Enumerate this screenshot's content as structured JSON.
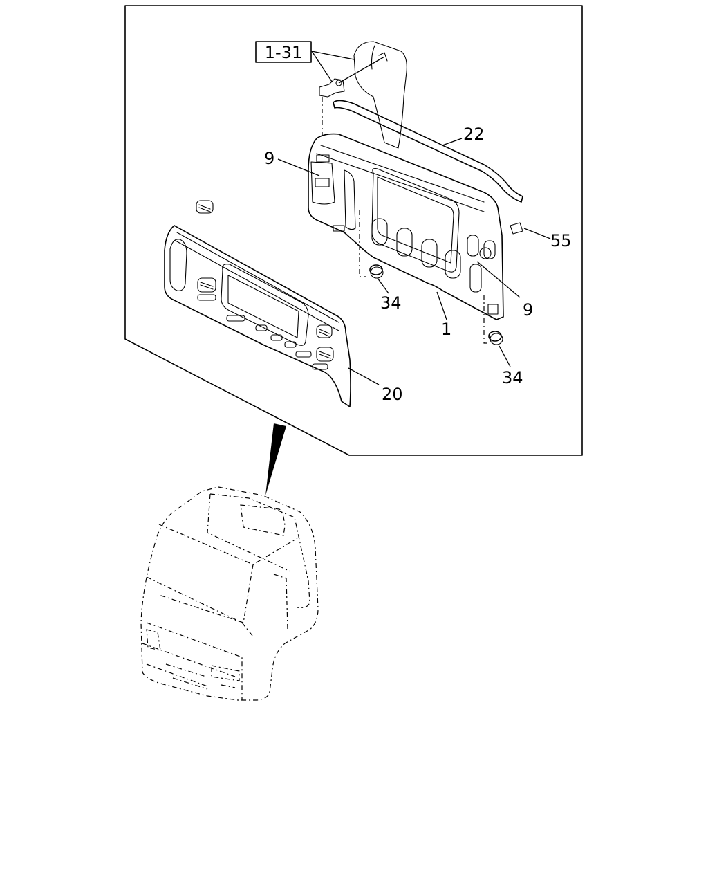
{
  "callouts": {
    "ref_1_31": "1-31",
    "part_22": "22",
    "part_9_left": "9",
    "part_55": "55",
    "part_9_right": "9",
    "part_34_left": "34",
    "part_1": "1",
    "part_34_right": "34",
    "part_20": "20"
  },
  "colors": {
    "ink": "#000000",
    "paper": "#ffffff"
  }
}
